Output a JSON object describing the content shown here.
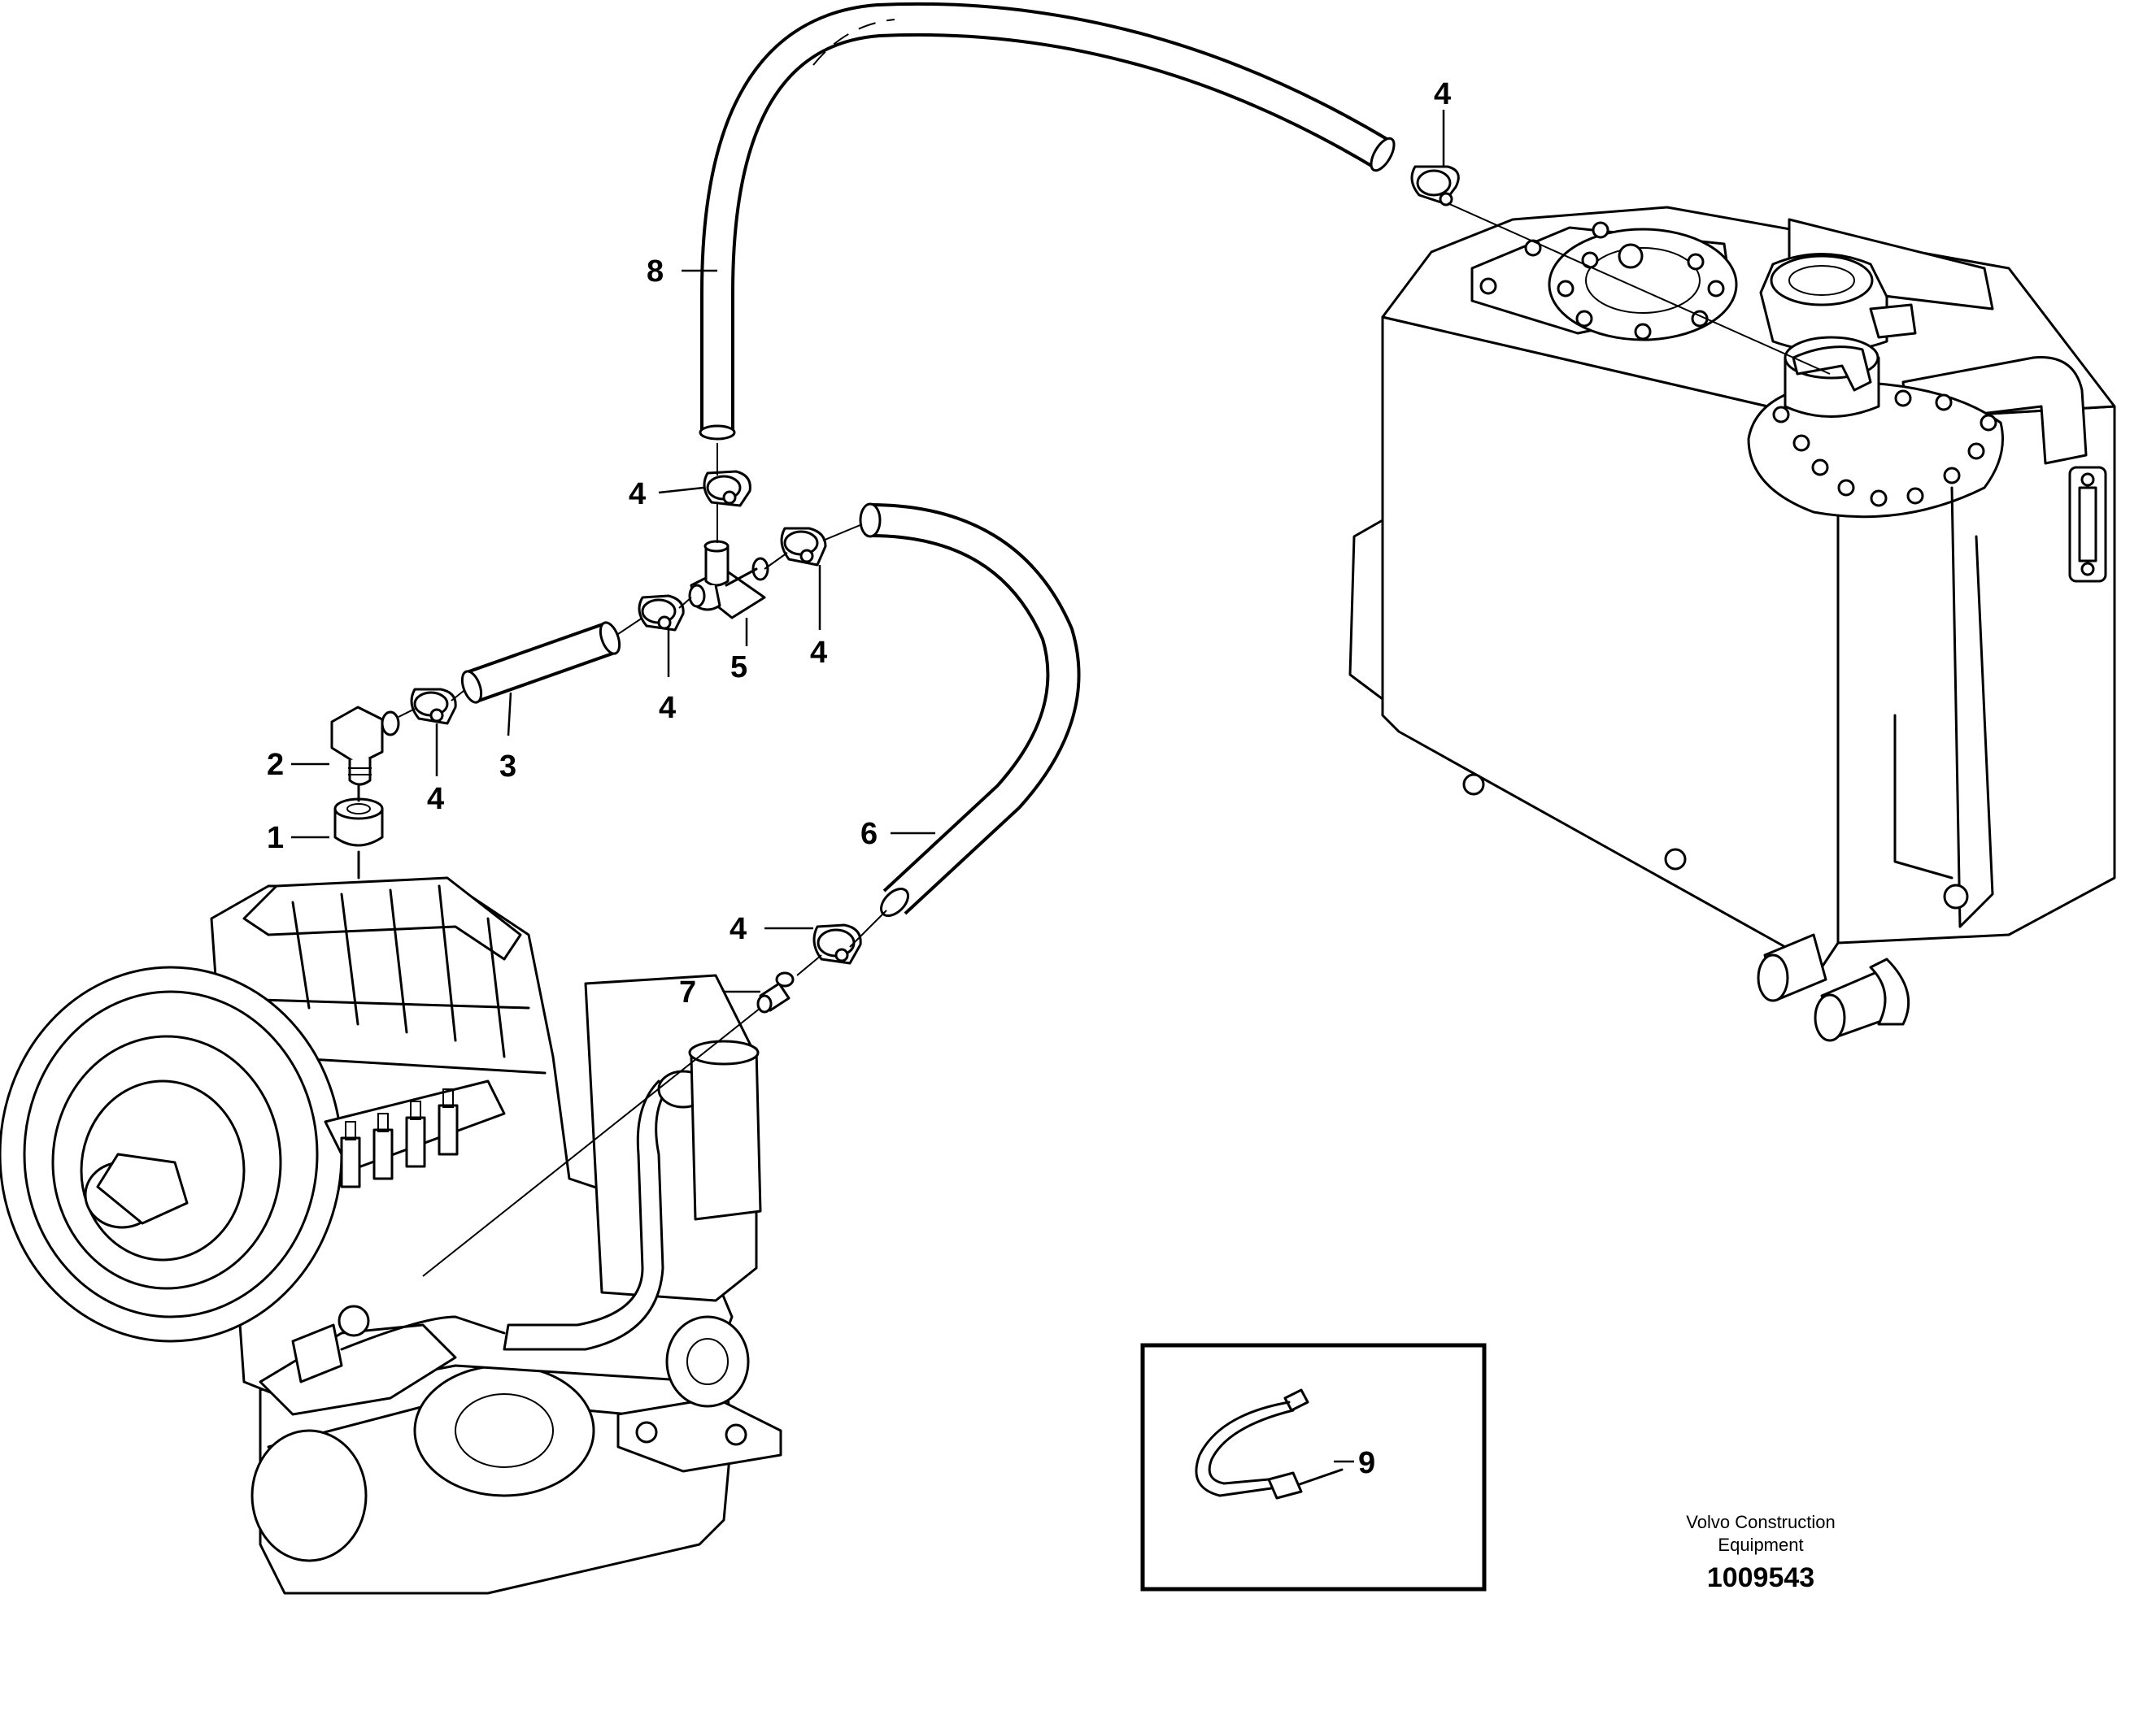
{
  "callouts": {
    "c1": "1",
    "c2": "2",
    "c3": "3",
    "c4a": "4",
    "c4b": "4",
    "c4c": "4",
    "c4d": "4",
    "c4e": "4",
    "c4f": "4",
    "c5": "5",
    "c6": "6",
    "c7": "7",
    "c8": "8",
    "c9": "9"
  },
  "footer": {
    "brand_line1": "Volvo Construction",
    "brand_line2": "Equipment",
    "doc_number": "1009543"
  }
}
